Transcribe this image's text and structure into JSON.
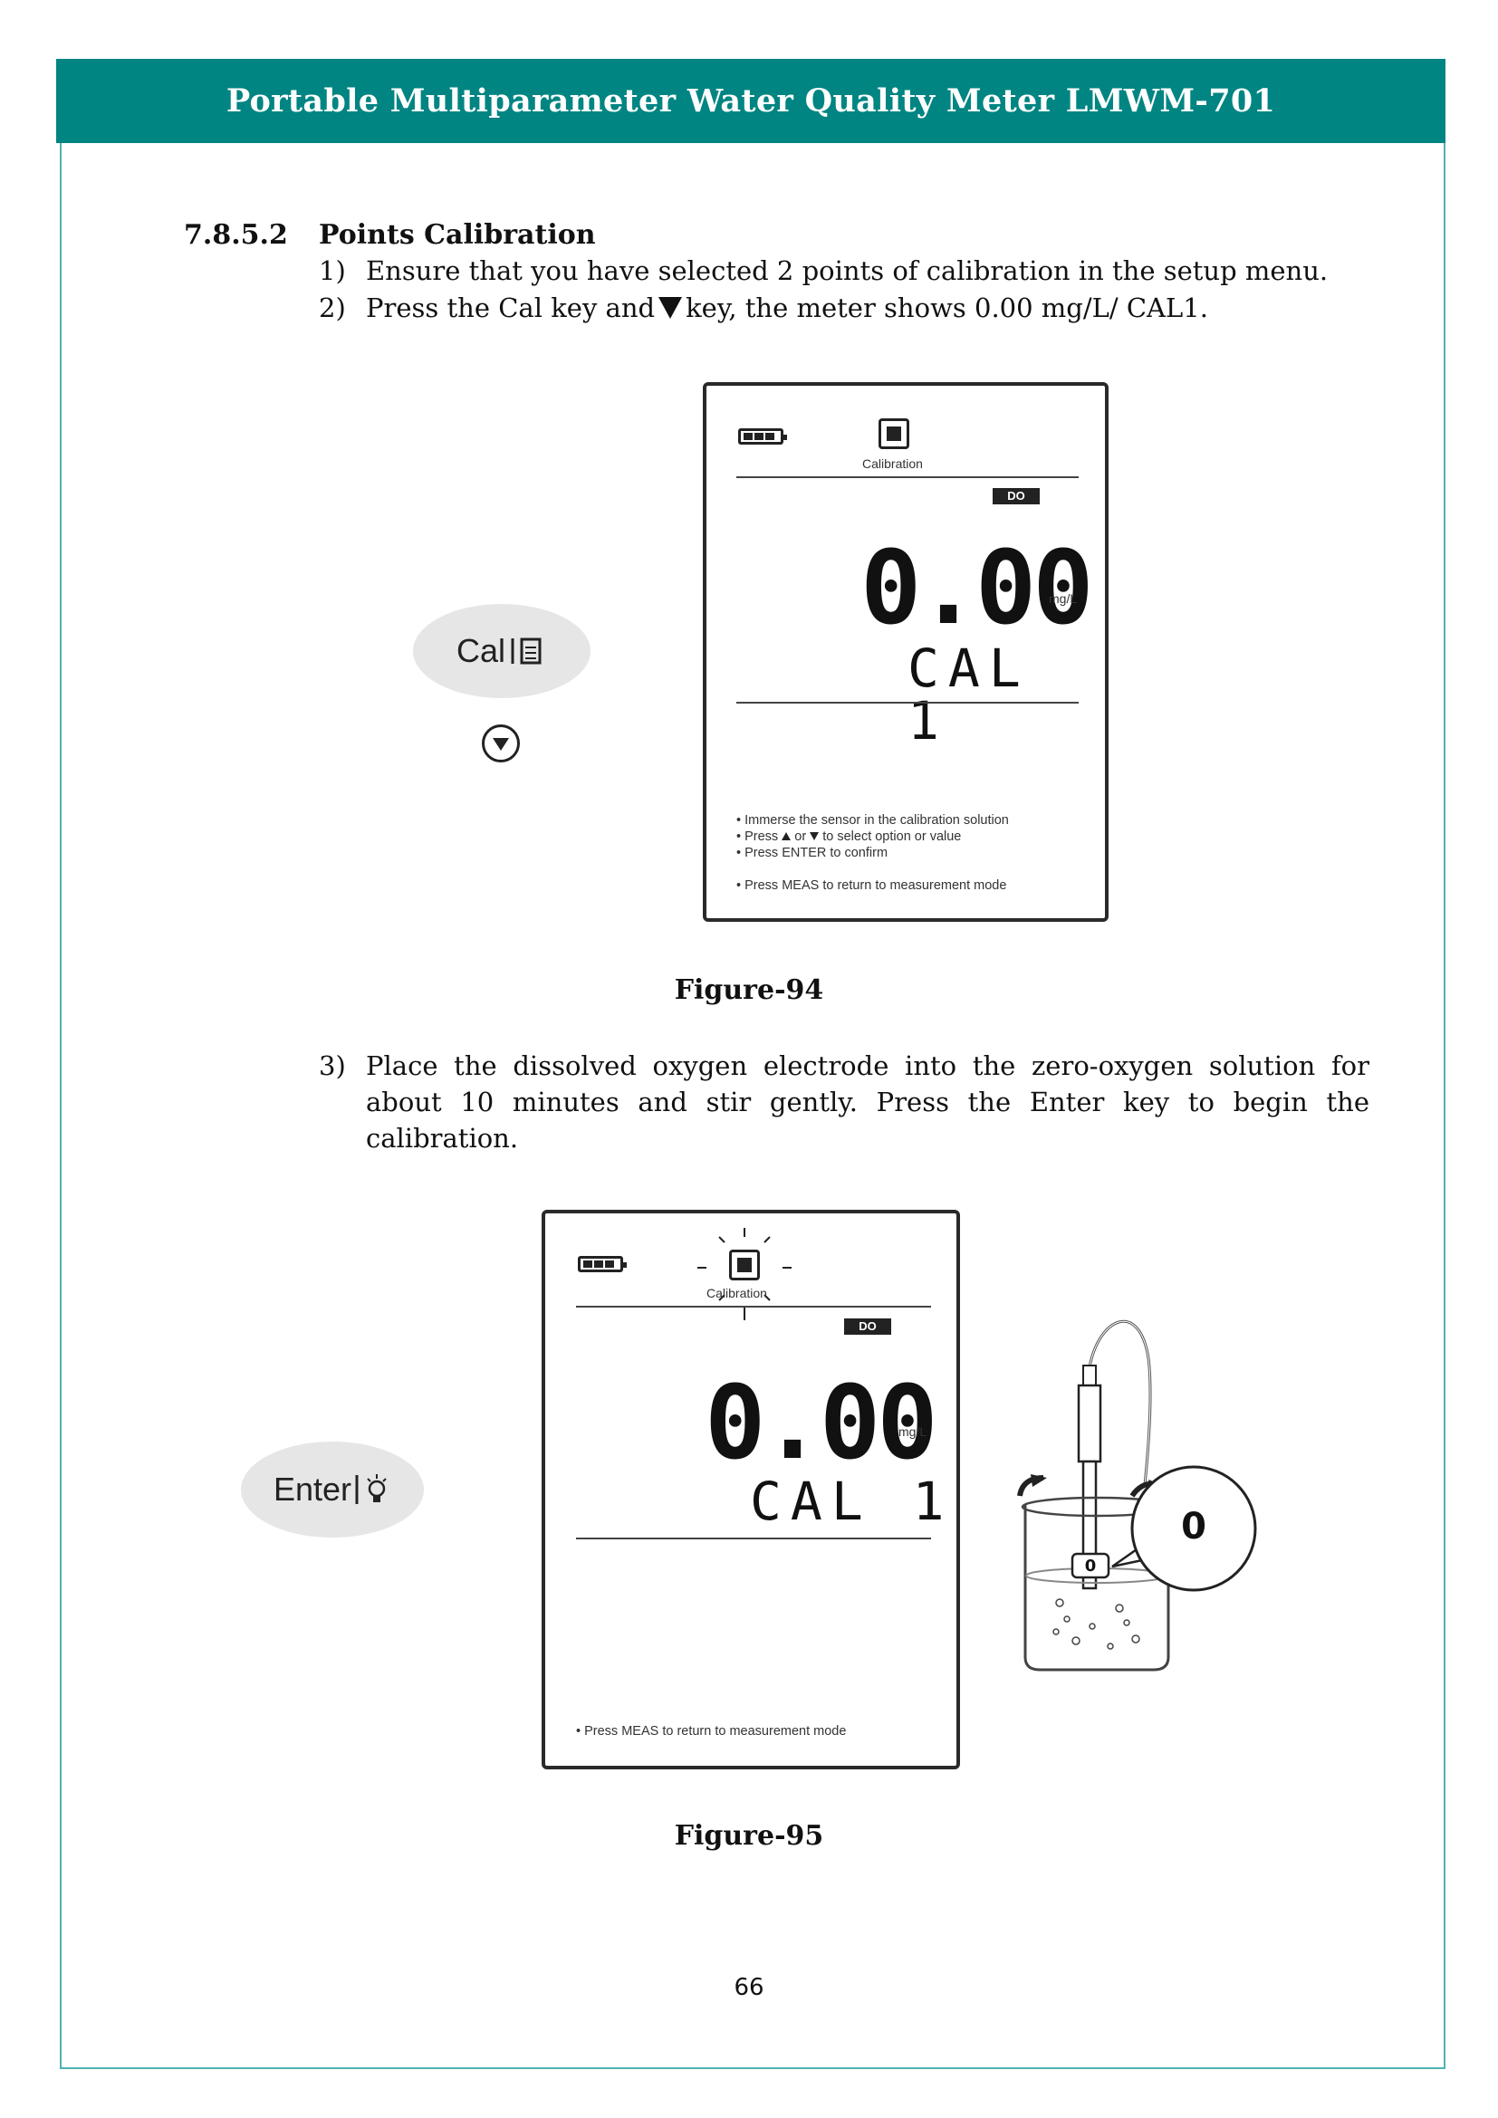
{
  "header": {
    "title": "Portable Multiparameter Water Quality Meter LMWM-701"
  },
  "section": {
    "number": "7.8.5.2",
    "title": "Points Calibration"
  },
  "steps": [
    {
      "num": "1)",
      "text": "Ensure that you have selected 2 points of calibration in the setup menu."
    },
    {
      "num": "2)",
      "text_before": "Press the Cal key and",
      "text_after": "key, the meter shows 0.00 mg/L/ CAL1."
    },
    {
      "num": "3)",
      "text": "Place the dissolved oxygen electrode into the zero-oxygen solution for about 10 minutes and stir gently. Press the Enter key to begin the calibration."
    }
  ],
  "figure94": {
    "caption": "Figure-94",
    "cal_key_label": "Cal",
    "display": {
      "icon_label": "Calibration",
      "tag": "DO",
      "reading": "0.00",
      "unit": "mg/L",
      "mode": "CAL 1",
      "notes": [
        "Immerse the sensor in the calibration solution",
        "Press",
        "or",
        "to select option or value",
        "Press ENTER to confirm",
        "Press MEAS to return to measurement mode"
      ]
    }
  },
  "figure95": {
    "caption": "Figure-95",
    "enter_key_label": "Enter",
    "display": {
      "icon_label": "Calibration",
      "tag": "DO",
      "reading": "0.00",
      "unit": "mg/L",
      "mode": "CAL 1",
      "note": "Press MEAS to return to measurement mode"
    },
    "probe_label": "0",
    "callout_label": "0"
  },
  "footer": {
    "page_number": "66"
  }
}
